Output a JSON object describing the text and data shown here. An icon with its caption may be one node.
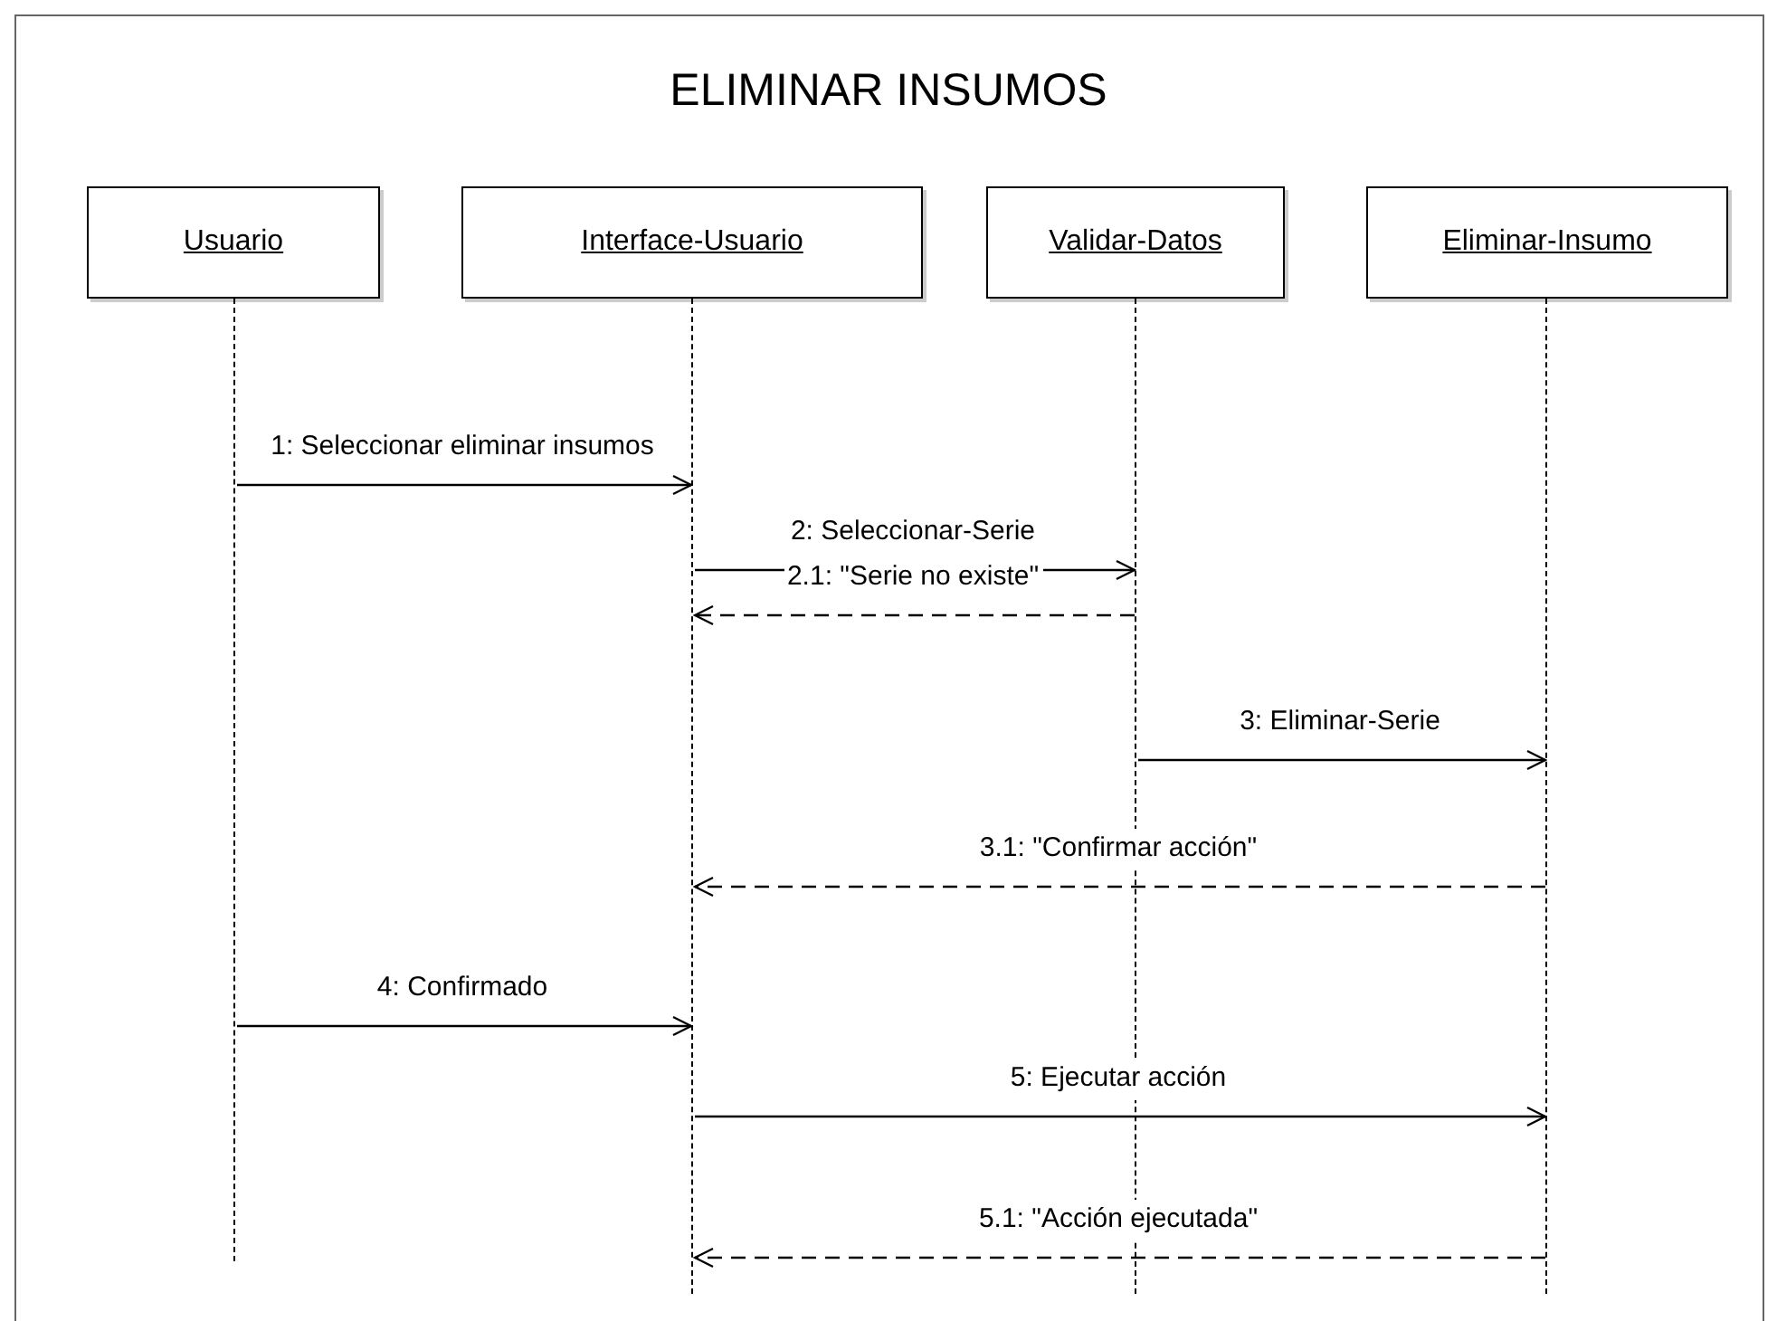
{
  "diagram": {
    "title": "ELIMINAR INSUMOS",
    "nodes": [
      {
        "text": [
          "Usuario"
        ]
      },
      {
        "text": [
          "Interface-Usuario"
        ]
      },
      {
        "text": [
          "Validar-Datos"
        ]
      },
      {
        "text": [
          "Eliminar-Insumo"
        ]
      },
      {
        "text": [],
        "shape": "bar"
      },
      {
        "text": [],
        "shape": "bar"
      },
      {
        "text": [],
        "shape": "bar"
      },
      {
        "text": [],
        "shape": "bar"
      }
    ],
    "edges": [
      {
        "from": 4,
        "to": 5,
        "arrow": "to",
        "label": "1: Seleccionar eliminar insumos"
      },
      {
        "from": 5,
        "to": 6,
        "arrow": "to",
        "label": "2: Seleccionar-Serie"
      },
      {
        "from": 6,
        "to": 5,
        "arrow": "to",
        "label": "2.1: \"Serie no existe\"",
        "style": "dashed"
      },
      {
        "from": 6,
        "to": 7,
        "arrow": "to",
        "label": "3: Eliminar-Serie"
      },
      {
        "from": 7,
        "to": 5,
        "arrow": "to",
        "label": "3.1: \"Confirmar acción\"",
        "style": "dashed"
      },
      {
        "from": 4,
        "to": 5,
        "arrow": "to",
        "label": "4: Confirmado"
      },
      {
        "from": 5,
        "to": 7,
        "arrow": "to",
        "label": "5: Ejecutar acción"
      },
      {
        "from": 7,
        "to": 5,
        "arrow": "to",
        "label": "5.1: \"Acción ejecutada\"",
        "style": "dashed"
      }
    ]
  }
}
